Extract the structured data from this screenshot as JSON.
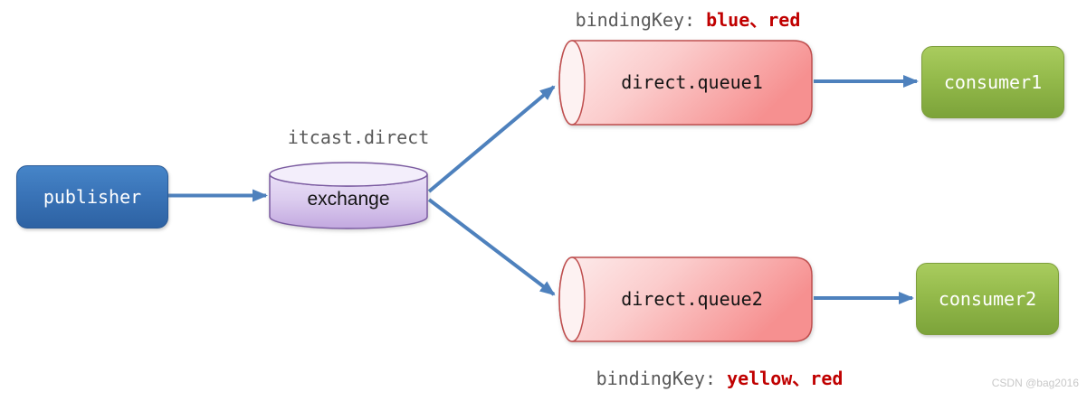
{
  "diagram": {
    "publisher": {
      "label": "publisher"
    },
    "exchange": {
      "caption": "itcast.direct",
      "label": "exchange"
    },
    "queue1": {
      "label": "direct.queue1"
    },
    "queue2": {
      "label": "direct.queue2"
    },
    "consumer1": {
      "label": "consumer1"
    },
    "consumer2": {
      "label": "consumer2"
    },
    "binding_top": {
      "prefix": "bindingKey: ",
      "keys": "blue、red"
    },
    "binding_bottom": {
      "prefix": "bindingKey: ",
      "keys": "yellow、red"
    }
  },
  "watermark": {
    "text": "CSDN @bag2016"
  },
  "colors": {
    "arrow_blue": "#4e81bd",
    "binding_keys_red": "#c00000",
    "muted_gray_text": "#595959",
    "publisher_blue_top": "#4685c8",
    "publisher_blue_bottom": "#2d62a3",
    "exchange_purple_fill": "#d5c3ec",
    "exchange_purple_border": "#7a5aa0",
    "queue_pink_fill": "#f9b0b0",
    "queue_red_border": "#bf4e4e",
    "consumer_green_top": "#a9cc5e",
    "consumer_green_bottom": "#7ca33a",
    "watermark_gray": "#c8c8c8"
  }
}
